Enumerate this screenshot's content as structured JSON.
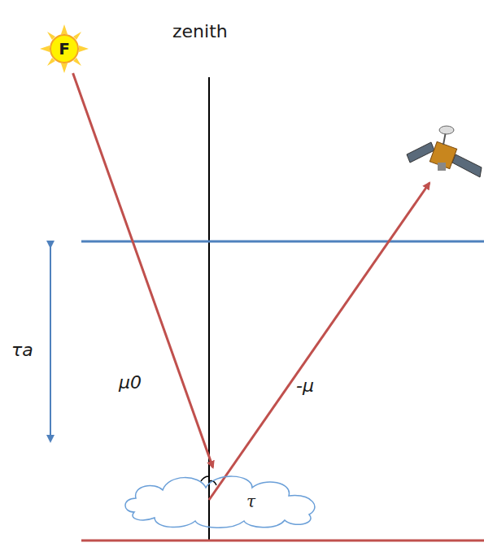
{
  "diagram": {
    "nodes": [
      {
        "text": [
          "F"
        ]
      },
      {
        "text": [
          "τ"
        ]
      }
    ],
    "edges": [
      {
        "from": 0,
        "to": 1,
        "arrow": "to"
      }
    ],
    "labels": [
      "zenith",
      "τa",
      "μ0",
      "-μ"
    ]
  }
}
